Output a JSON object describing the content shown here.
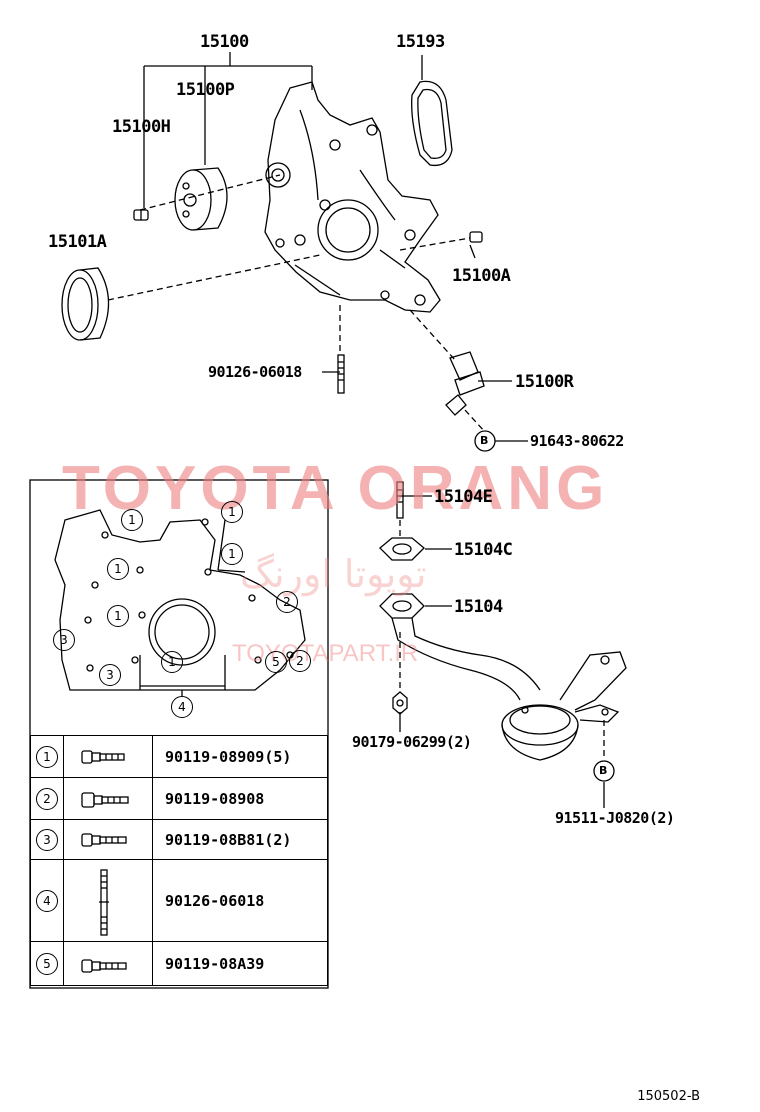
{
  "labels": {
    "p15100": "15100",
    "p15193": "15193",
    "p15100P": "15100P",
    "p15100H": "15100H",
    "p15101A": "15101A",
    "p15100A": "15100A",
    "p90126a": "90126-06018",
    "p15100R": "15100R",
    "p91643": "91643-80622",
    "p15104E": "15104E",
    "p15104C": "15104C",
    "p15104": "15104",
    "p90179": "90179-06299(2)",
    "p91511": "91511-J0820(2)",
    "bmarkA": "B",
    "bmarkB": "B"
  },
  "watermark": {
    "main": "TOYOTA ORANG",
    "persian": "تویوتا اورنگ",
    "site": "TOYOTAPART.IR",
    "color": "#f08080"
  },
  "inset": {
    "callouts": [
      "1",
      "1",
      "1",
      "1",
      "1",
      "1",
      "2",
      "2",
      "3",
      "3",
      "4",
      "5"
    ]
  },
  "bolt_table": [
    {
      "num": "1",
      "part": "90119-08909(5)"
    },
    {
      "num": "2",
      "part": "90119-08908"
    },
    {
      "num": "3",
      "part": "90119-08B81(2)"
    },
    {
      "num": "4",
      "part": "90126-06018"
    },
    {
      "num": "5",
      "part": "90119-08A39"
    }
  ],
  "figure_id": "150502-B"
}
